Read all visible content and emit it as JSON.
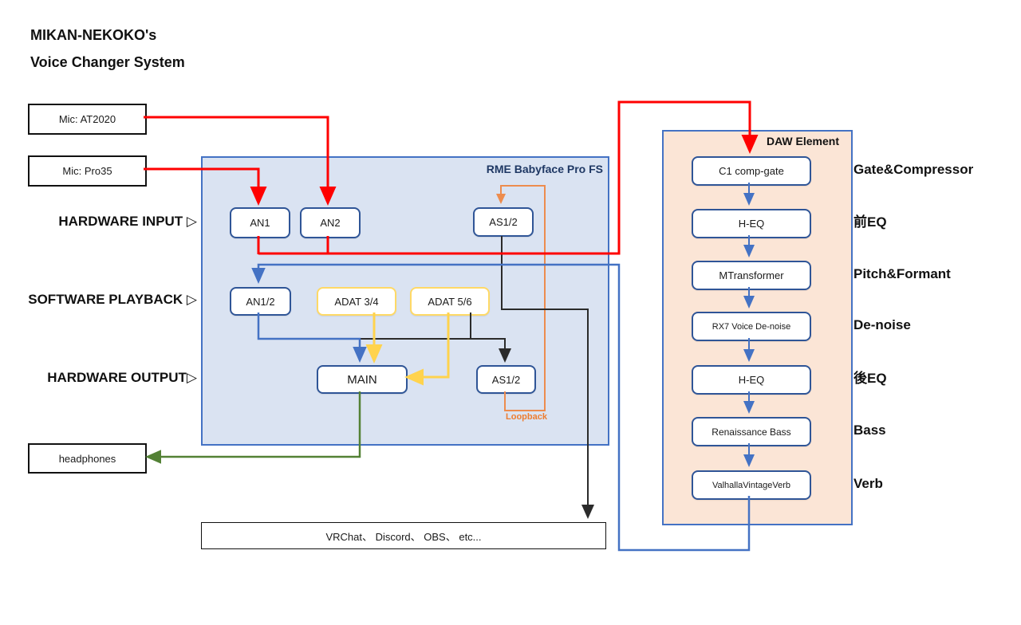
{
  "title": {
    "line1": "MIKAN-NEKOKO's",
    "line2": "Voice Changer System"
  },
  "row_labels": {
    "hardware_input": "HARDWARE INPUT ▷",
    "software_playback": "SOFTWARE PLAYBACK ▷",
    "hardware_output": "HARDWARE OUTPUT▷"
  },
  "devices": {
    "mic1": "Mic: AT2020",
    "mic2": "Mic: Pro35",
    "headphones": "headphones",
    "apps": "VRChat、 Discord、 OBS、 etc..."
  },
  "rme": {
    "title": "RME Babyface Pro FS",
    "an1": "AN1",
    "an2": "AN2",
    "as12_in": "AS1/2",
    "an12": "AN1/2",
    "adat34": "ADAT 3/4",
    "adat56": "ADAT 5/6",
    "main": "MAIN",
    "as12_out": "AS1/2",
    "loopback": "Loopback"
  },
  "daw": {
    "title": "DAW Element",
    "chain": [
      {
        "plugin": "C1 comp-gate",
        "role": "Gate&Compressor"
      },
      {
        "plugin": "H-EQ",
        "role": "前EQ"
      },
      {
        "plugin": "MTransformer",
        "role": "Pitch&Formant"
      },
      {
        "plugin": "RX7 Voice De-noise",
        "role": "De-noise"
      },
      {
        "plugin": "H-EQ",
        "role": "後EQ"
      },
      {
        "plugin": "Renaissance Bass",
        "role": "Bass"
      },
      {
        "plugin": "ValhallaVintageVerb",
        "role": "Verb"
      }
    ]
  },
  "colors": {
    "mic_signal": "#ff0000",
    "software_playback_signal": "#4472c4",
    "adat_signal": "#ffd34d",
    "digital_signal": "#404040",
    "headphone_signal": "#538135",
    "loopback_signal": "#ed8c4e",
    "rme_fill": "#dae3f2",
    "daw_fill": "#fbe5d6",
    "rme_title_text": "#1f3864",
    "loopback_text": "#ed7d31"
  }
}
